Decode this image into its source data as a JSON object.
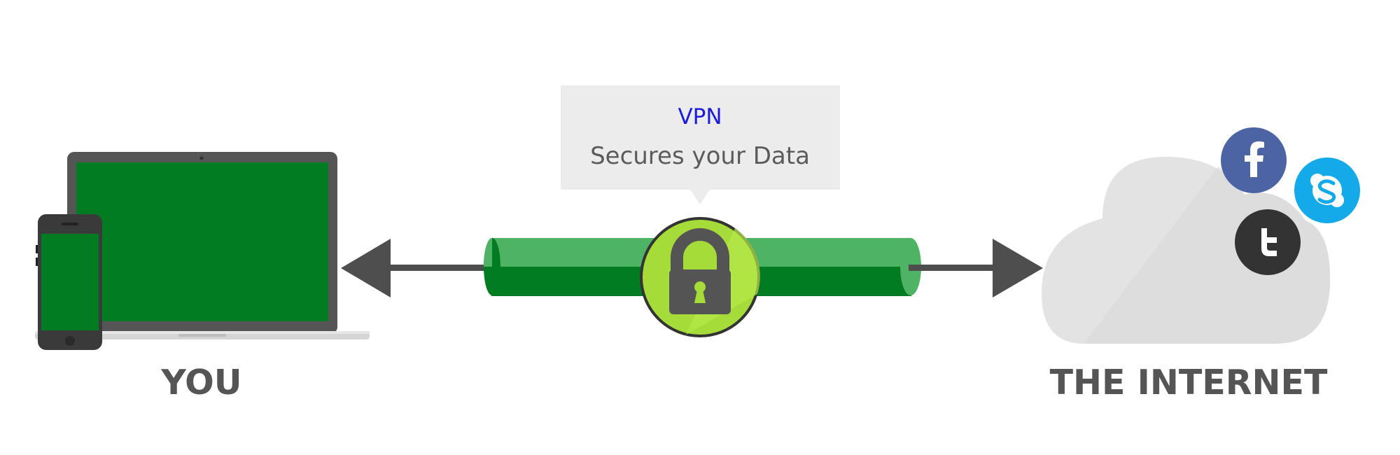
{
  "tooltip": {
    "title": "VPN",
    "subtitle": "Secures your Data"
  },
  "labels": {
    "left": "YOU",
    "right": "THE INTERNET"
  },
  "icons": [
    "laptop-icon",
    "phone-icon",
    "arrow-left-icon",
    "vpn-tunnel",
    "lock-icon",
    "arrow-right-icon",
    "cloud-icon",
    "facebook-icon",
    "skype-icon",
    "twitter-icon"
  ],
  "colors": {
    "screen_green": "#027c22",
    "tunnel_light": "#4fb366",
    "tunnel_dark": "#027c22",
    "lock_bg": "#a6dc3a",
    "lock_body": "#545454",
    "device_frame": "#555555",
    "arrow": "#4e4e4e",
    "cloud": "#e3e3e3",
    "facebook": "#4c64a4",
    "skype": "#14aaea",
    "twitter": "#333333",
    "tooltip_bg": "#ececec",
    "vpn_text": "#1d1dd6",
    "label_text": "#555555"
  }
}
